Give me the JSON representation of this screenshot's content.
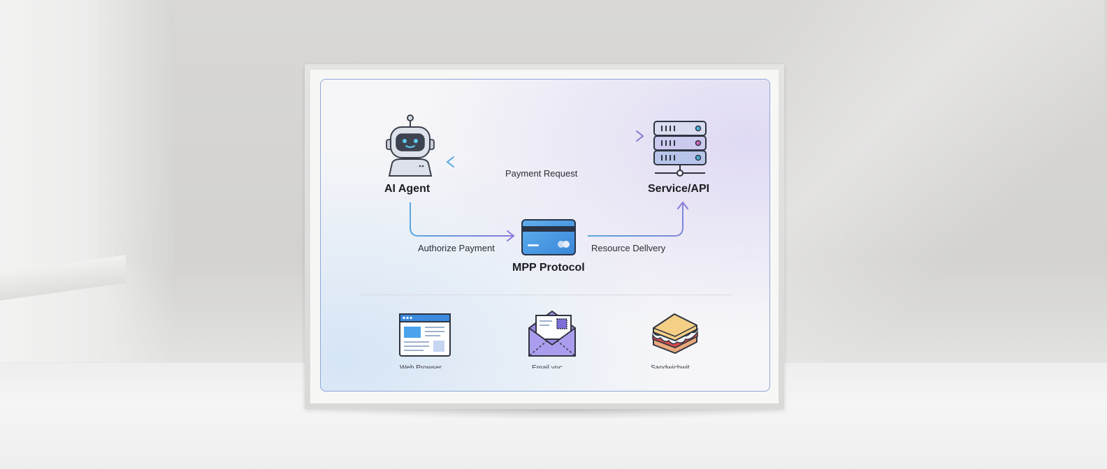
{
  "diagram": {
    "nodes": {
      "agent": {
        "label": "AI Agent",
        "icon": "robot-icon"
      },
      "service": {
        "label": "Service/API",
        "icon": "server-icon"
      },
      "protocol": {
        "label": "MPP Protocol",
        "icon": "credit-card-icon"
      }
    },
    "edges": {
      "request_return": {
        "label": "Payment Request"
      },
      "authorize": {
        "label": "Authorize Payment"
      },
      "delivery": {
        "label": "Resource Dellvery"
      }
    },
    "colors": {
      "blue": "#5aa8de",
      "purple": "#8b78d6",
      "border": "#8fa7d8"
    }
  },
  "bottom_icons": [
    {
      "label": "Web Prowser",
      "icon": "browser-window-icon"
    },
    {
      "label": "Email.ync",
      "icon": "email-envelope-icon"
    },
    {
      "label": "Sandwichwit",
      "icon": "sandwich-icon"
    }
  ]
}
